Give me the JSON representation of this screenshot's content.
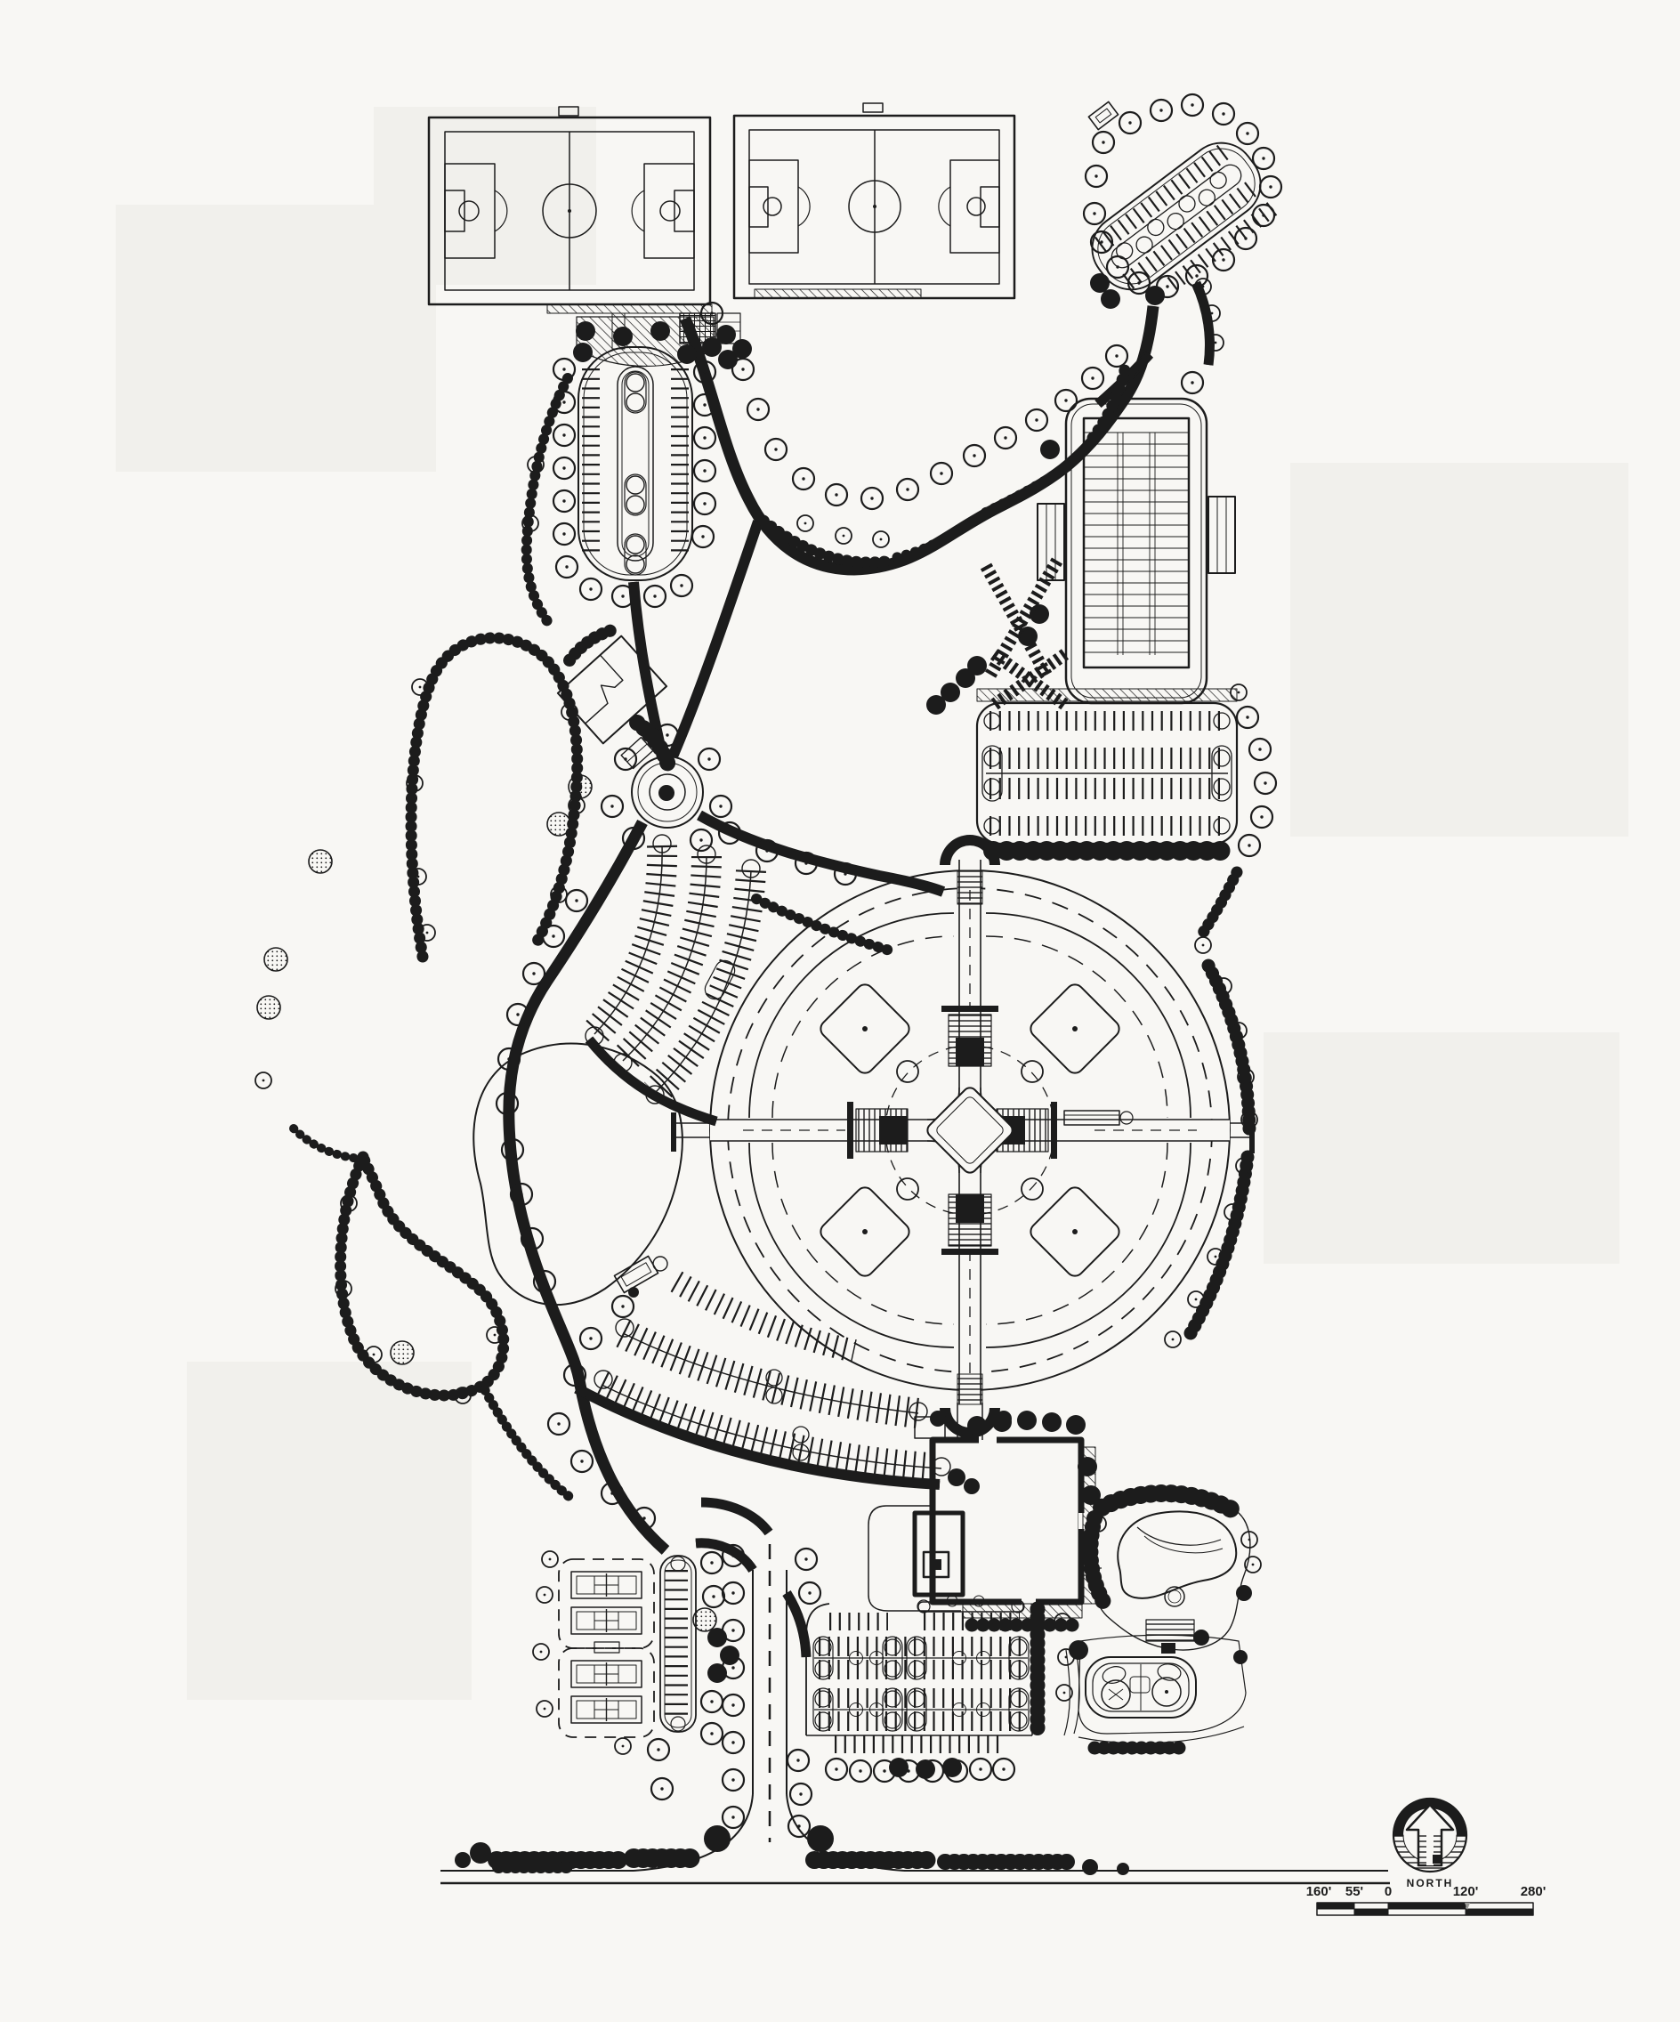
{
  "page": {
    "paper": "#f8f7f4",
    "ink": "#1c1c1c",
    "background": "#e8e6e1"
  },
  "compass": {
    "icon": "north-arrow-icon",
    "label": "NORTH"
  },
  "scale_bar": {
    "labels": [
      "160'",
      "55'",
      "0",
      "120'",
      "280'"
    ]
  },
  "features": [
    "soccer-field",
    "soccer-field",
    "oval-parking-lot",
    "angled-parking-lot",
    "winding-road",
    "football-field",
    "stadium-parking-lot",
    "roundabout",
    "maintenance-building",
    "fan-parking-rows",
    "baseball-cloverleaf",
    "pond-meadow",
    "tree-loop",
    "curved-parking-rows",
    "recreation-center",
    "swimming-pool",
    "playground",
    "south-parking-lot",
    "tennis-courts",
    "parking-strip",
    "entrance-boulevard",
    "site-boundary-road",
    "north-arrow",
    "scale-bar"
  ]
}
